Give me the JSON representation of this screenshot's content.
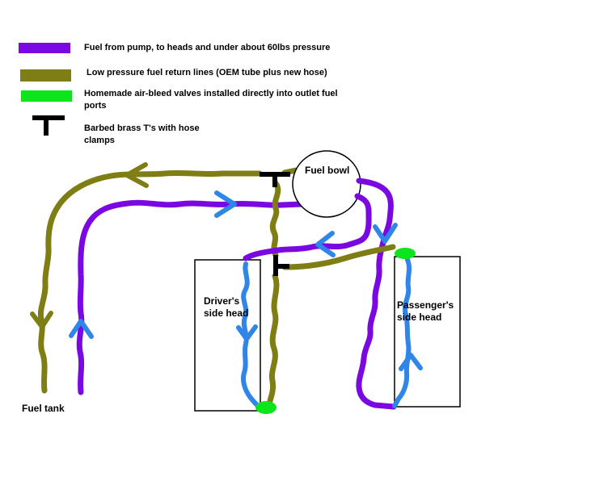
{
  "colors": {
    "pressure_purple": "#7a08e0",
    "return_olive": "#7e7e14",
    "valve_green": "#0ce41c",
    "flow_blue": "#2f85e8",
    "tee_black": "#000000"
  },
  "legend": {
    "items": [
      {
        "id": "pressure-line",
        "swatch_color_key": "pressure_purple",
        "lines": [
          "Fuel from pump, to heads and under about 60lbs pressure"
        ]
      },
      {
        "id": "return-line",
        "swatch_color_key": "return_olive",
        "lines": [
          "Low pressure fuel return lines (OEM tube plus new hose)"
        ]
      },
      {
        "id": "air-bleed-valve",
        "swatch_color_key": "valve_green",
        "lines": [
          "Homemade air-bleed valves installed directly into outlet fuel",
          "ports"
        ]
      },
      {
        "id": "brass-tee",
        "swatch_color_key": "tee_black",
        "lines": [
          "Barbed brass T's with hose",
          "clamps"
        ]
      }
    ]
  },
  "nodes": {
    "fuel_bowl": {
      "label": "Fuel bowl"
    },
    "drivers_head": {
      "label_lines": [
        "Driver's",
        "side head"
      ]
    },
    "passengers_head": {
      "label_lines": [
        "Passenger's",
        "side head"
      ]
    },
    "fuel_tank": {
      "label": "Fuel tank"
    }
  }
}
